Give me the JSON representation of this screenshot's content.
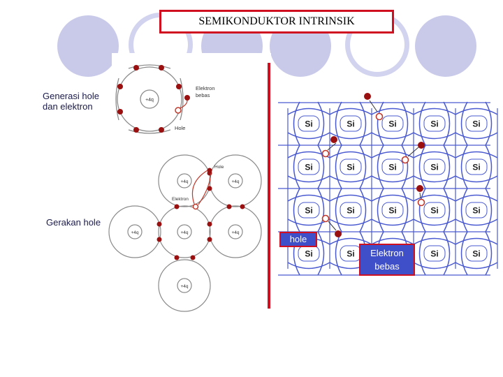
{
  "title": "SEMIKONDUKTOR INTRINSIK",
  "labels": {
    "generation_line1": "Generasi hole",
    "generation_line2": "dan elektron",
    "hole_motion": "Gerakan hole",
    "callout_hole": "hole",
    "callout_electron_line1": "Elektron",
    "callout_electron_line2": "bebas"
  },
  "diagram_top": {
    "charge": "+4q",
    "electron_label_line1": "Elektron",
    "electron_label_line2": "bebas",
    "hole_label": "Hole"
  },
  "diagram_middle": {
    "charge": "+4q",
    "hole_label": "Hole",
    "electron_label": "Elektron"
  },
  "lattice": {
    "atom": "Si",
    "rows": 4,
    "cols": 5
  },
  "colors": {
    "accent_red": "#d01020",
    "decor_lavender": "#c9cae9",
    "bond_blue": "#4a5ad0",
    "electron": "#9a1010",
    "callout_blue": "#3f4ec9"
  }
}
